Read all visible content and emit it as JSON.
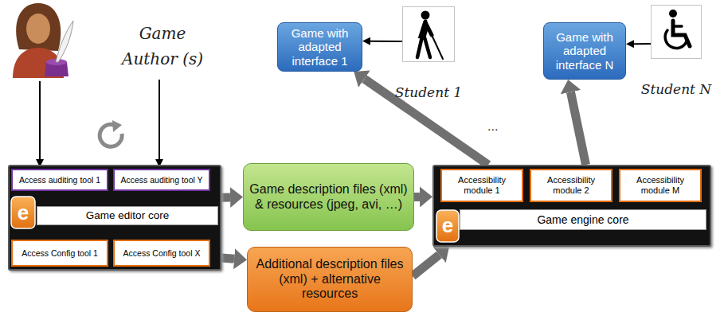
{
  "diagram": {
    "nodes": [
      {
        "text": [
          "Game with adapted interface 1"
        ]
      },
      {
        "text": [
          "Student 1"
        ]
      },
      {
        "text": [
          "Game with adapted interface N"
        ]
      },
      {
        "text": [
          "Student N"
        ]
      },
      {
        "text": []
      },
      {
        "text": [
          "Access auditing tool 1"
        ],
        "in": 4
      },
      {
        "text": [
          "Access auditing tool Y"
        ],
        "in": 4
      },
      {
        "text": [
          "Game editor core"
        ],
        "in": 4
      },
      {
        "text": [
          "Access Config tool 1"
        ],
        "in": 4
      },
      {
        "text": [
          "Access Config tool X"
        ],
        "in": 4
      },
      {
        "text": [
          "Game description files (xml) & resources (jpeg, avi, …)"
        ]
      },
      {
        "text": []
      },
      {
        "text": [
          "Accessibility module 1"
        ],
        "in": 11
      },
      {
        "text": [
          "Accessibility module 2"
        ],
        "in": 11
      },
      {
        "text": [
          "Accessibility module M"
        ],
        "in": 11
      },
      {
        "text": [
          "Game engine core"
        ],
        "in": 11
      },
      {
        "text": [
          "Additional description files (xml) + alternative resources"
        ]
      }
    ],
    "edges": [
      {
        "from": 1,
        "to": 0,
        "arrow": "to"
      },
      {
        "from": 3,
        "to": 2,
        "arrow": "to"
      },
      {
        "from": 4,
        "to": 10,
        "arrow": "to"
      },
      {
        "from": 4,
        "to": 16,
        "arrow": "to"
      },
      {
        "from": 10,
        "to": 11,
        "arrow": "to"
      },
      {
        "from": 16,
        "to": 11,
        "arrow": "to"
      },
      {
        "from": 11,
        "to": 0,
        "arrow": "to"
      },
      {
        "from": 11,
        "to": 2,
        "arrow": "to"
      }
    ],
    "labels": [
      "Game Author (s)",
      "...",
      "e",
      "e"
    ]
  }
}
